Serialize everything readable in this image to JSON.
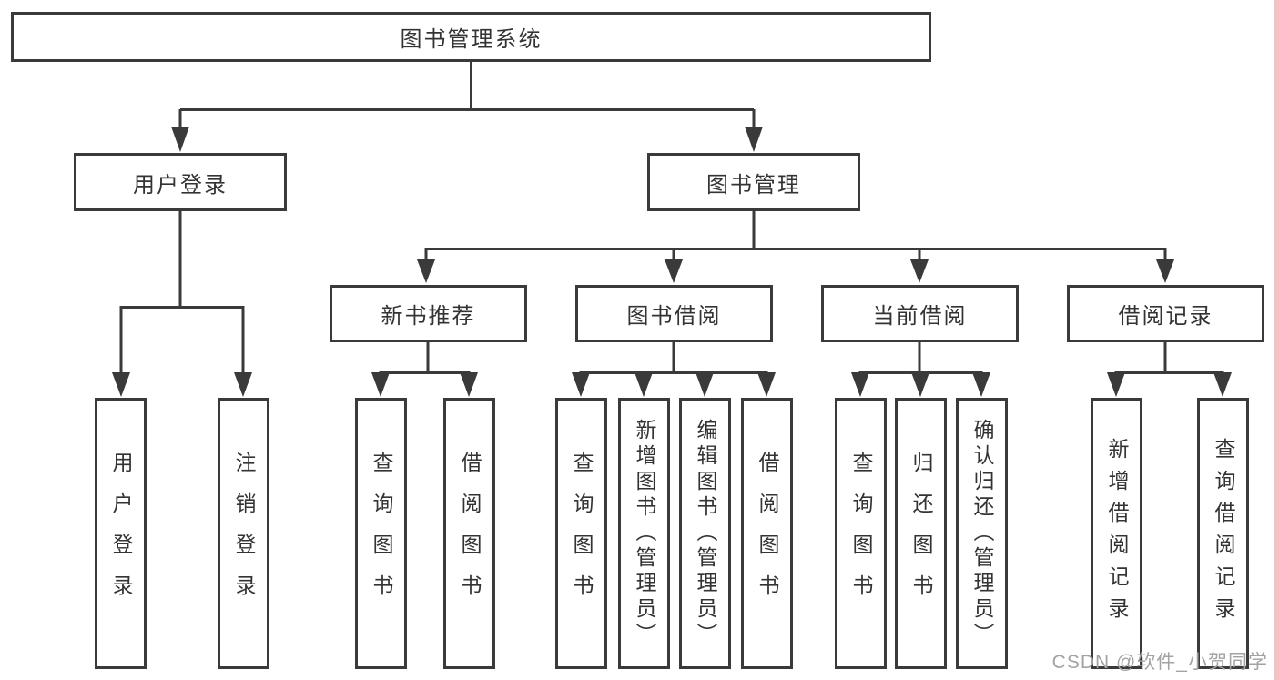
{
  "colors": {
    "line": "#3a3a3a",
    "text": "#333333",
    "background": "#ffffff",
    "watermark_text": "#a3a3a3",
    "edge_strip": "#f2c3c3"
  },
  "diagram": {
    "root": {
      "label": "图书管理系统"
    },
    "level2": [
      {
        "label": "用户登录"
      },
      {
        "label": "图书管理"
      }
    ],
    "level3": [
      {
        "label": "新书推荐"
      },
      {
        "label": "图书借阅"
      },
      {
        "label": "当前借阅"
      },
      {
        "label": "借阅记录"
      }
    ],
    "leaves": [
      {
        "label": "用户登录"
      },
      {
        "label": "注销登录"
      },
      {
        "label": "查询图书"
      },
      {
        "label": "借阅图书"
      },
      {
        "label": "查询图书"
      },
      {
        "label": "新增图书（管理员）"
      },
      {
        "label": "编辑图书（管理员）"
      },
      {
        "label": "借阅图书"
      },
      {
        "label": "查询图书"
      },
      {
        "label": "归还图书"
      },
      {
        "label": "确认归还（管理员）"
      },
      {
        "label": "新增借阅记录"
      },
      {
        "label": "查询借阅记录"
      }
    ]
  },
  "watermark": {
    "text": "CSDN @软件_小贺同学"
  }
}
